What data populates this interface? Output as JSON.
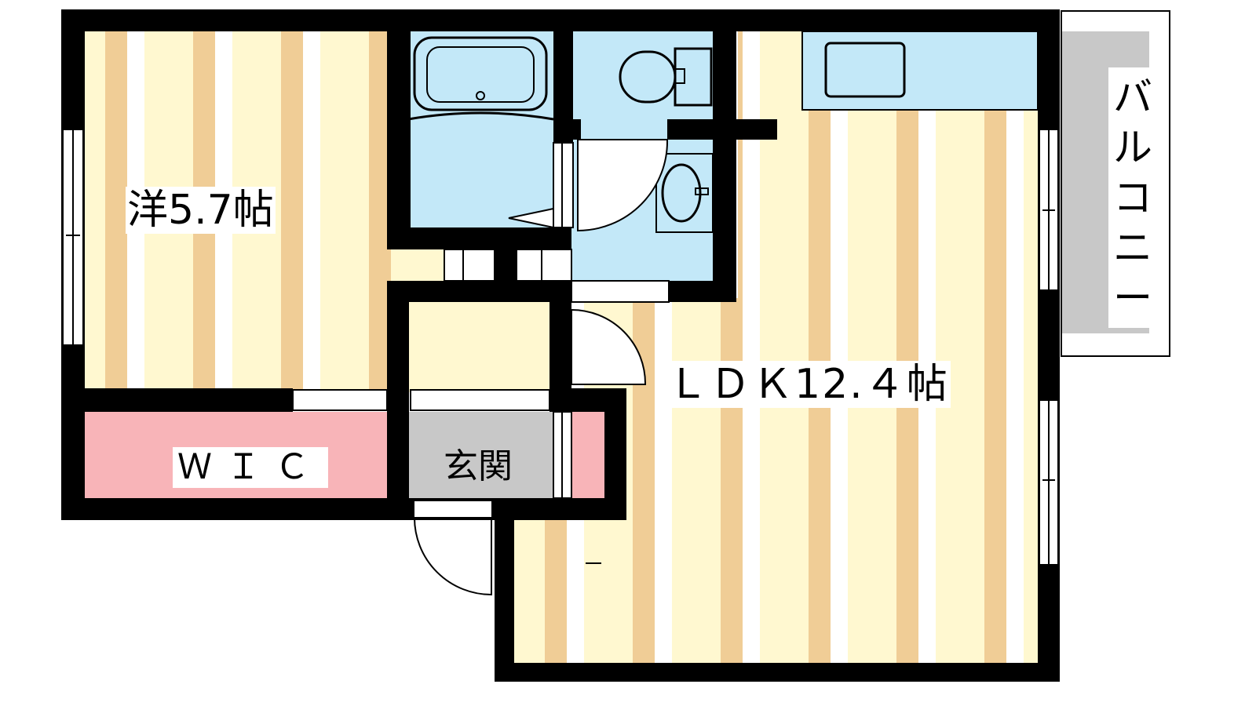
{
  "rooms": {
    "western": {
      "label": "洋5.7帖"
    },
    "ldk": {
      "label": "ＬＤＫ12.４帖"
    },
    "wic": {
      "label": "ＷＩＣ"
    },
    "entrance": {
      "label": "玄関"
    },
    "balcony": {
      "label": "バルコニー"
    }
  },
  "colors": {
    "wall": "#000000",
    "floor_light": "#fff8d0",
    "floor_stripe": "#f0cd96",
    "wet_area": "#c3e8f8",
    "storage": "#f8b4b8",
    "entrance_tile": "#c8c8c8",
    "balcony": "#c8c8c8"
  }
}
